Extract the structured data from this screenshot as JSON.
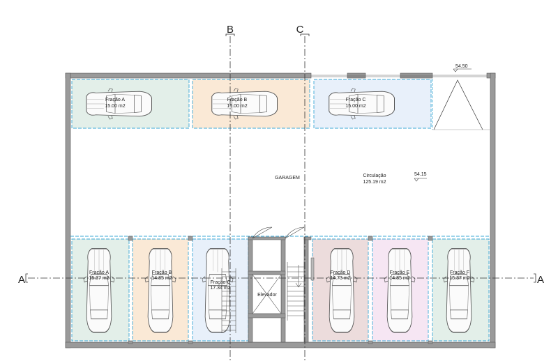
{
  "section_marks": {
    "a_left": "A",
    "a_right": "A",
    "b": "B",
    "c": "C"
  },
  "levels": {
    "top": "54.50",
    "floor": "54.15"
  },
  "rooms": {
    "garage": "GARAGEM",
    "circulation_name": "Circulação",
    "circulation_area": "125.19 m2",
    "elevator": "Elevador"
  },
  "top_spaces": [
    {
      "name": "Fração A",
      "area": "15.00 m2",
      "color": "#e3efe9"
    },
    {
      "name": "Fração B",
      "area": "15.00 m2",
      "color": "#fae9d6"
    },
    {
      "name": "Fração C",
      "area": "15.00 m2",
      "color": "#e8f0fa"
    }
  ],
  "bottom_left_spaces": [
    {
      "name": "Fração A",
      "area": "15.37 m2",
      "color": "#e3efe9"
    },
    {
      "name": "Fração B",
      "area": "14.85 m2",
      "color": "#fae9d6"
    },
    {
      "name": "Fração C",
      "area": "17.34 m2",
      "color": "#e8f0fa"
    }
  ],
  "bottom_right_spaces": [
    {
      "name": "Fração D",
      "area": "14.73 m2",
      "color": "#ecdcdc"
    },
    {
      "name": "Fração E",
      "area": "14.85 m2",
      "color": "#f6e6f3"
    },
    {
      "name": "Fração F",
      "area": "15.37 m2",
      "color": "#e3efe9"
    }
  ],
  "colors": {
    "wall": "#9a9a9a",
    "wall_edge": "#555555",
    "space_border": "#3aa7d6",
    "line": "#333333"
  }
}
